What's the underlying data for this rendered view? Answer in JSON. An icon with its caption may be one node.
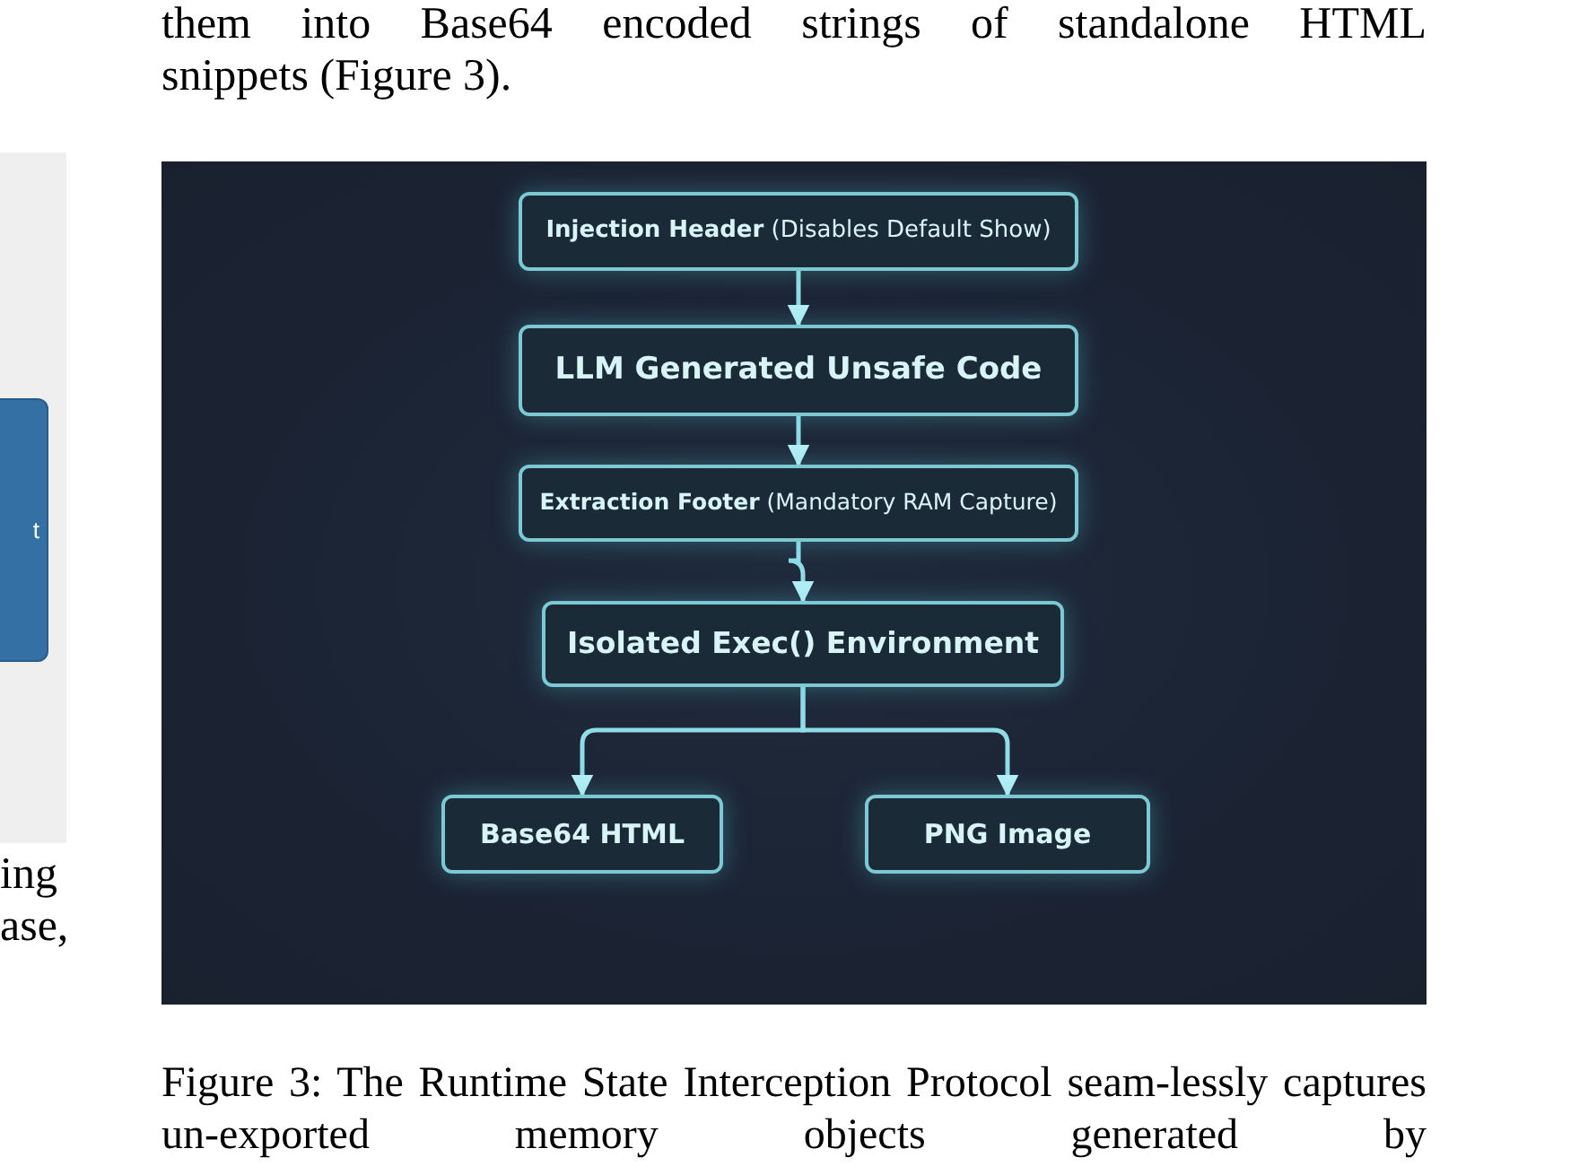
{
  "diagram": {
    "caption": "Figure 3: The Runtime State Interception Protocol seam-lessly captures un-exported memory objects generated by",
    "nodes": [
      {
        "text": [
          "**Injection Header** (Disables Default Show)"
        ]
      },
      {
        "text": [
          "LLM Generated Unsafe Code"
        ]
      },
      {
        "text": [
          "**Extraction Footer** (Mandatory RAM Capture)"
        ]
      },
      {
        "text": [
          "Isolated Exec() Environment"
        ]
      },
      {
        "text": [
          "Base64 HTML"
        ]
      },
      {
        "text": [
          "PNG Image"
        ]
      },
      {
        "text": [
          "t"
        ]
      }
    ],
    "edges": [
      {
        "from": 0,
        "to": 1,
        "arrow": "to"
      },
      {
        "from": 1,
        "to": 2,
        "arrow": "to"
      },
      {
        "from": 2,
        "to": 3,
        "arrow": "to"
      },
      {
        "from": 3,
        "to": 4,
        "arrow": "to"
      },
      {
        "from": 3,
        "to": 5,
        "arrow": "to"
      }
    ],
    "labels": [
      "them into Base64 encoded strings of standalone HTML",
      "snippets (Figure 3).",
      "ing",
      "ase,"
    ]
  }
}
